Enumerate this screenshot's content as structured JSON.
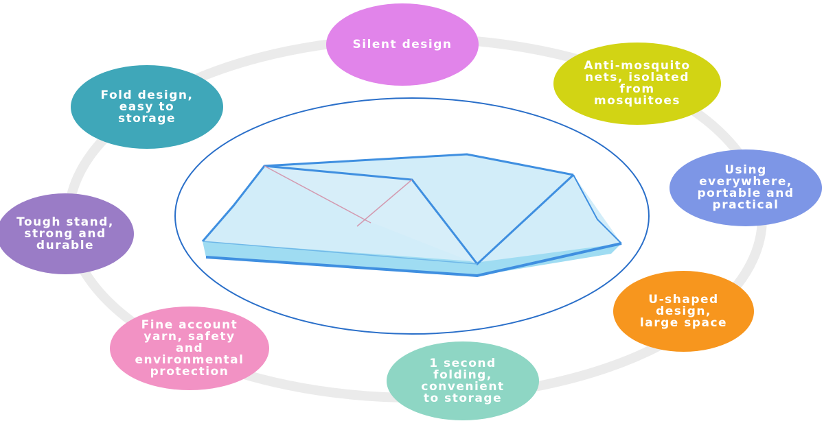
{
  "features": [
    {
      "id": "silent",
      "lines": [
        "Silent design"
      ],
      "color": "#e184ea"
    },
    {
      "id": "anti-mosquito",
      "lines": [
        "Anti-mosquito",
        "nets, isolated",
        "from",
        "mosquitoes"
      ],
      "color": "#d2d414"
    },
    {
      "id": "using-everywhere",
      "lines": [
        "Using",
        "everywhere,",
        "portable and",
        "practical"
      ],
      "color": "#7d96e6"
    },
    {
      "id": "u-shaped",
      "lines": [
        "U-shaped",
        "design,",
        "large space"
      ],
      "color": "#f7961e"
    },
    {
      "id": "one-second-folding",
      "lines": [
        "1 second",
        "folding,",
        "convenient",
        "to storage"
      ],
      "color": "#8ed6c4"
    },
    {
      "id": "fine-yarn",
      "lines": [
        "Fine account",
        "yarn, safety",
        "and",
        "environmental",
        "protection"
      ],
      "color": "#f292c4"
    },
    {
      "id": "tough-stand",
      "lines": [
        "Tough stand,",
        "strong and",
        "durable"
      ],
      "color": "#9a7cc6"
    },
    {
      "id": "fold-design",
      "lines": [
        "Fold design,",
        "easy to",
        "storage"
      ],
      "color": "#3fa7b9"
    }
  ]
}
